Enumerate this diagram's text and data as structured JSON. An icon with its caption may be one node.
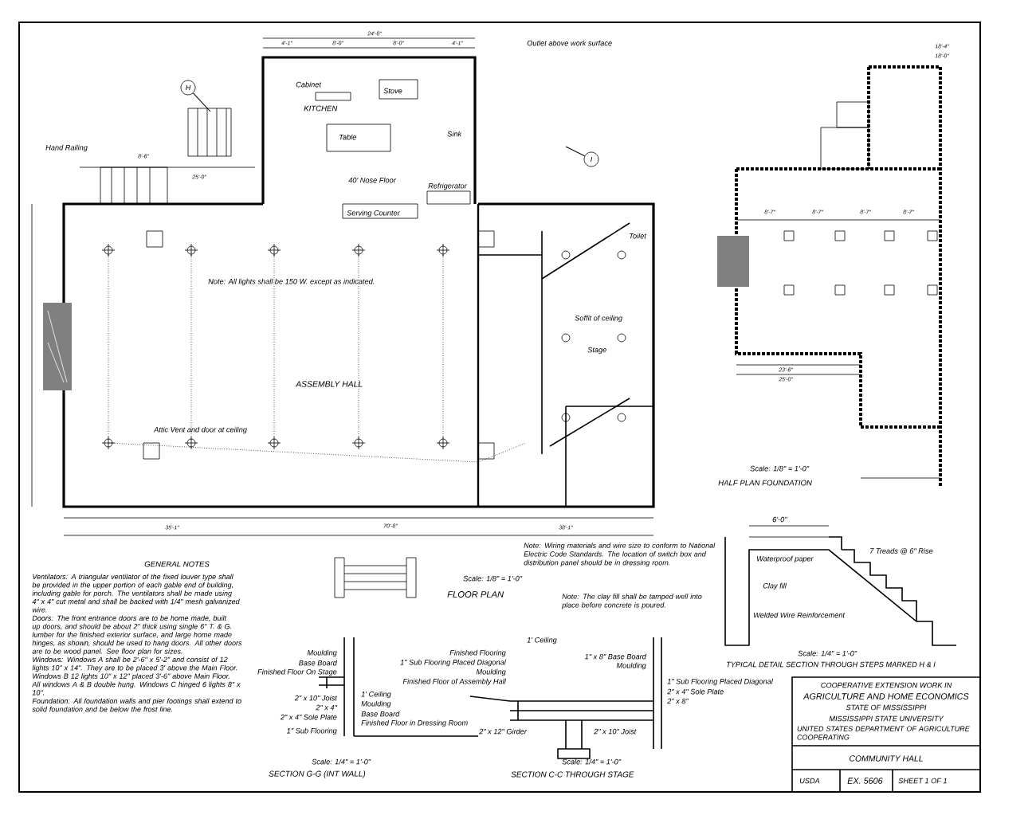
{
  "diagram": {
    "nodes": [
      {
        "text": [
          "H"
        ]
      },
      {
        "text": [
          "I"
        ]
      }
    ],
    "edges": [
      {
        "from": 0,
        "to": null,
        "arrow": "none"
      },
      {
        "from": 1,
        "to": null,
        "arrow": "none"
      }
    ],
    "labels": [
      "Outlet above work surface",
      "Cabinet",
      "KITCHEN",
      "Stove",
      "Table",
      "Sink",
      "Refrigerator",
      "40' Nose Floor",
      "Serving Counter",
      "Hand Railing",
      "Note: All lights shall be 150 W. except as indicated.",
      "ASSEMBLY HALL",
      "Attic Vent and door at ceiling",
      "Toilet",
      "Soffit of ceiling",
      "Stage",
      "Scale: 1/8\" = 1'-0\"",
      "FLOOR PLAN",
      "Scale: 1/8\" = 1'-0\"",
      "HALF PLAN FOUNDATION",
      "Note: Wiring materials and wire size to conform to National Electric Code Standards. The location of switch box and distribution panel should be in dressing room.",
      "Note: The clay fill shall be tamped well into place before concrete is poured.",
      "6'-0\"",
      "Waterproof paper",
      "Clay fill",
      "7 Treads @ 6\" Rise",
      "Welded Wire Reinforcement",
      "Scale: 1/4\" = 1'-0\"",
      "TYPICAL DETAIL SECTION THROUGH STEPS MARKED H & I",
      "GENERAL NOTES",
      "Ventilators: A triangular ventilator of the fixed louver type shall be provided in the upper portion of each gable end of building, including gable for porch. The ventilators shall be made using 4\" x 4\" cut metal and shall be backed with 1/4\" mesh galvanized wire.",
      "Doors: The front entrance doors are to be home made, built up doors, and should be about 2\" thick using single 6\" T. & G. lumber for the finished exterior surface, and large home made hinges, as shown, should be used to hang doors. All other doors are to be wood panel. See floor plan for sizes.",
      "Windows: Windows A shall be 2'-6\" x 5'-2\" and consist of 12 lights 10\" x 14\". They are to be placed 3' above the Main Floor. Windows B 12 lights 10\" x 12\" placed 3'-6\" above Main Floor. All windows A & B double hung. Windows C hinged 6 lights 8\" x 10\".",
      "Foundation: All foundation walls and pier footings shall extend to solid foundation and be below the frost line.",
      "Moulding",
      "Base Board",
      "Finished Floor On Stage",
      "2\" x 10\" Joist",
      "1' Ceiling",
      "2\" x 4\"",
      "Moulding",
      "2\" x 4\" Sole Plate",
      "Base Board",
      "Finished Floor in Dressing Room",
      "1\" Sub Flooring",
      "Scale: 1/4\" = 1'-0\"",
      "SECTION G-G (INT WALL)",
      "1' Ceiling",
      "Finished Flooring",
      "1\" Sub Flooring Placed Diagonal",
      "Moulding",
      "Finished Floor of Assembly Hall",
      "1\" x 8\" Base Board",
      "Moulding",
      "1\" Sub Flooring Placed Diagonal",
      "2\" x 4\" Sole Plate",
      "2\" x 8\"",
      "2\" x 12\" Girder",
      "2\" x 10\" Joist",
      "Scale: 1/4\" = 1'-0\"",
      "SECTION C-C THROUGH STAGE",
      "COOPERATIVE EXTENSION WORK IN",
      "AGRICULTURE AND HOME ECONOMICS",
      "STATE OF MISSISSIPPI",
      "MISSISSIPPI STATE UNIVERSITY",
      "UNITED STATES DEPARTMENT OF AGRICULTURE COOPERATING",
      "COMMUNITY HALL",
      "USDA",
      "EX. 5606",
      "SHEET 1 OF 1",
      "24'-8\"",
      "4'-1\"",
      "8'-0\"",
      "8'-0\"",
      "4'-1\"",
      "25'-0\"",
      "8'-6\"",
      "35'-1\"",
      "70'-8\"",
      "38'-1\"",
      "18'-4\"",
      "18'-0\"",
      "8'-7\"",
      "8'-7\"",
      "8'-7\"",
      "8'-7\"",
      "23'-6\"",
      "25'-0\""
    ]
  }
}
